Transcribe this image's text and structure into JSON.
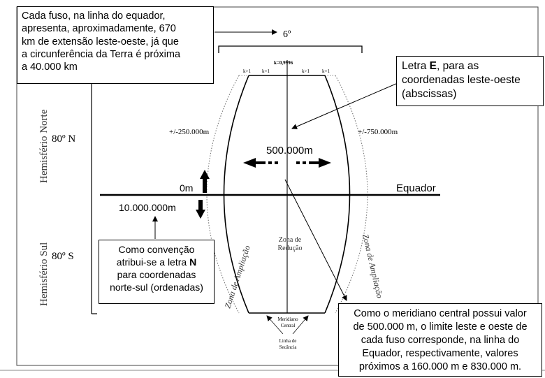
{
  "top_left_box": {
    "lines": [
      "Cada fuso, na linha do equador,",
      "apresenta, aproximadamente, 670",
      "km de extensão leste-oeste, já que",
      "a circunferência da Terra é próxima",
      "a 40.000 km"
    ]
  },
  "top_right_box": {
    "line1_prefix": "Letra ",
    "line1_bold": "E",
    "line1_suffix": ", para as",
    "line2": "coordenadas leste-oeste",
    "line3": "(abscissas)"
  },
  "mid_left_box": {
    "line1": "Como convenção",
    "line2_prefix": "atribui-se a letra ",
    "line2_bold": "N",
    "line3": "para coordenadas",
    "line4": "norte-sul (ordenadas)"
  },
  "bottom_right_box": {
    "lines": [
      "Como o meridiano central possui valor",
      "de 500.000 m, o limite leste e oeste de",
      "cada fuso corresponde, na linha do",
      "Equador, respectivamente, valores",
      "próximos a 160.000 m e 830.000 m."
    ]
  },
  "diagram": {
    "zone_width": "6º",
    "k_center": "k=0,9996",
    "k_gt1": "k>1",
    "k_eq1": "k=1",
    "west_value": "+/-250.000m",
    "east_value": "+/-750.000m",
    "central_value": "500.000m",
    "equator_label": "Equador",
    "zero_m": "0m",
    "false_northing": "10.000.000m",
    "hemisphere_north": "Hemisfério Norte",
    "hemisphere_south": "Hemisfério Sul",
    "lat_north": "80º N",
    "lat_south": "80º S",
    "reduction_zone_1": "Zona de",
    "reduction_zone_2": "Redução",
    "amplification_zone_left": "Zona de Ampliação",
    "amplification_zone_right": "Zona de Ampliação",
    "central_meridian_1": "Meridiano",
    "central_meridian_2": "Central",
    "secant_line_1": "Linha de",
    "secant_line_2": "Secância"
  }
}
